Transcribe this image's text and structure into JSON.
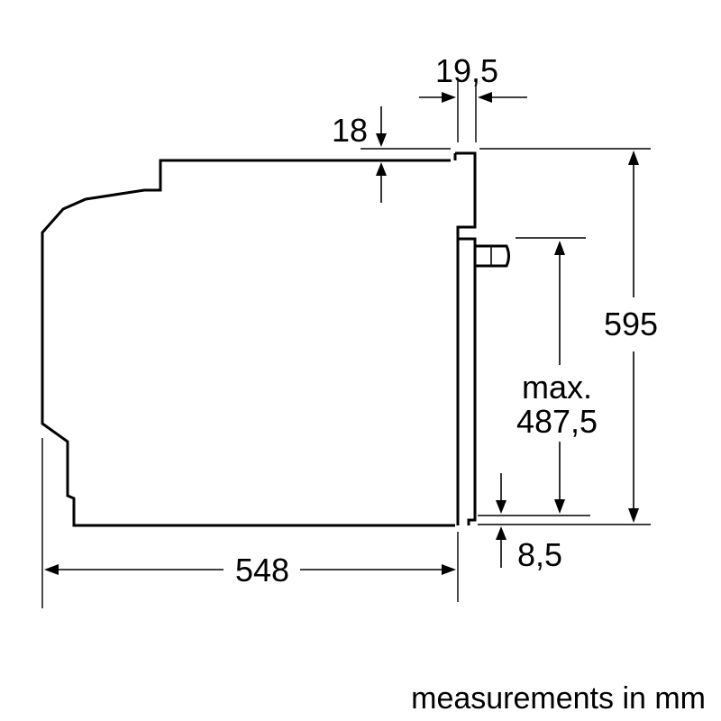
{
  "dimensions": {
    "door_width": "19,5",
    "top_offset": "18",
    "total_height": "595",
    "max_height_line1": "max.",
    "max_height_line2": "487,5",
    "bottom_offset": "8,5",
    "depth": "548"
  },
  "caption": "measurements in mm"
}
